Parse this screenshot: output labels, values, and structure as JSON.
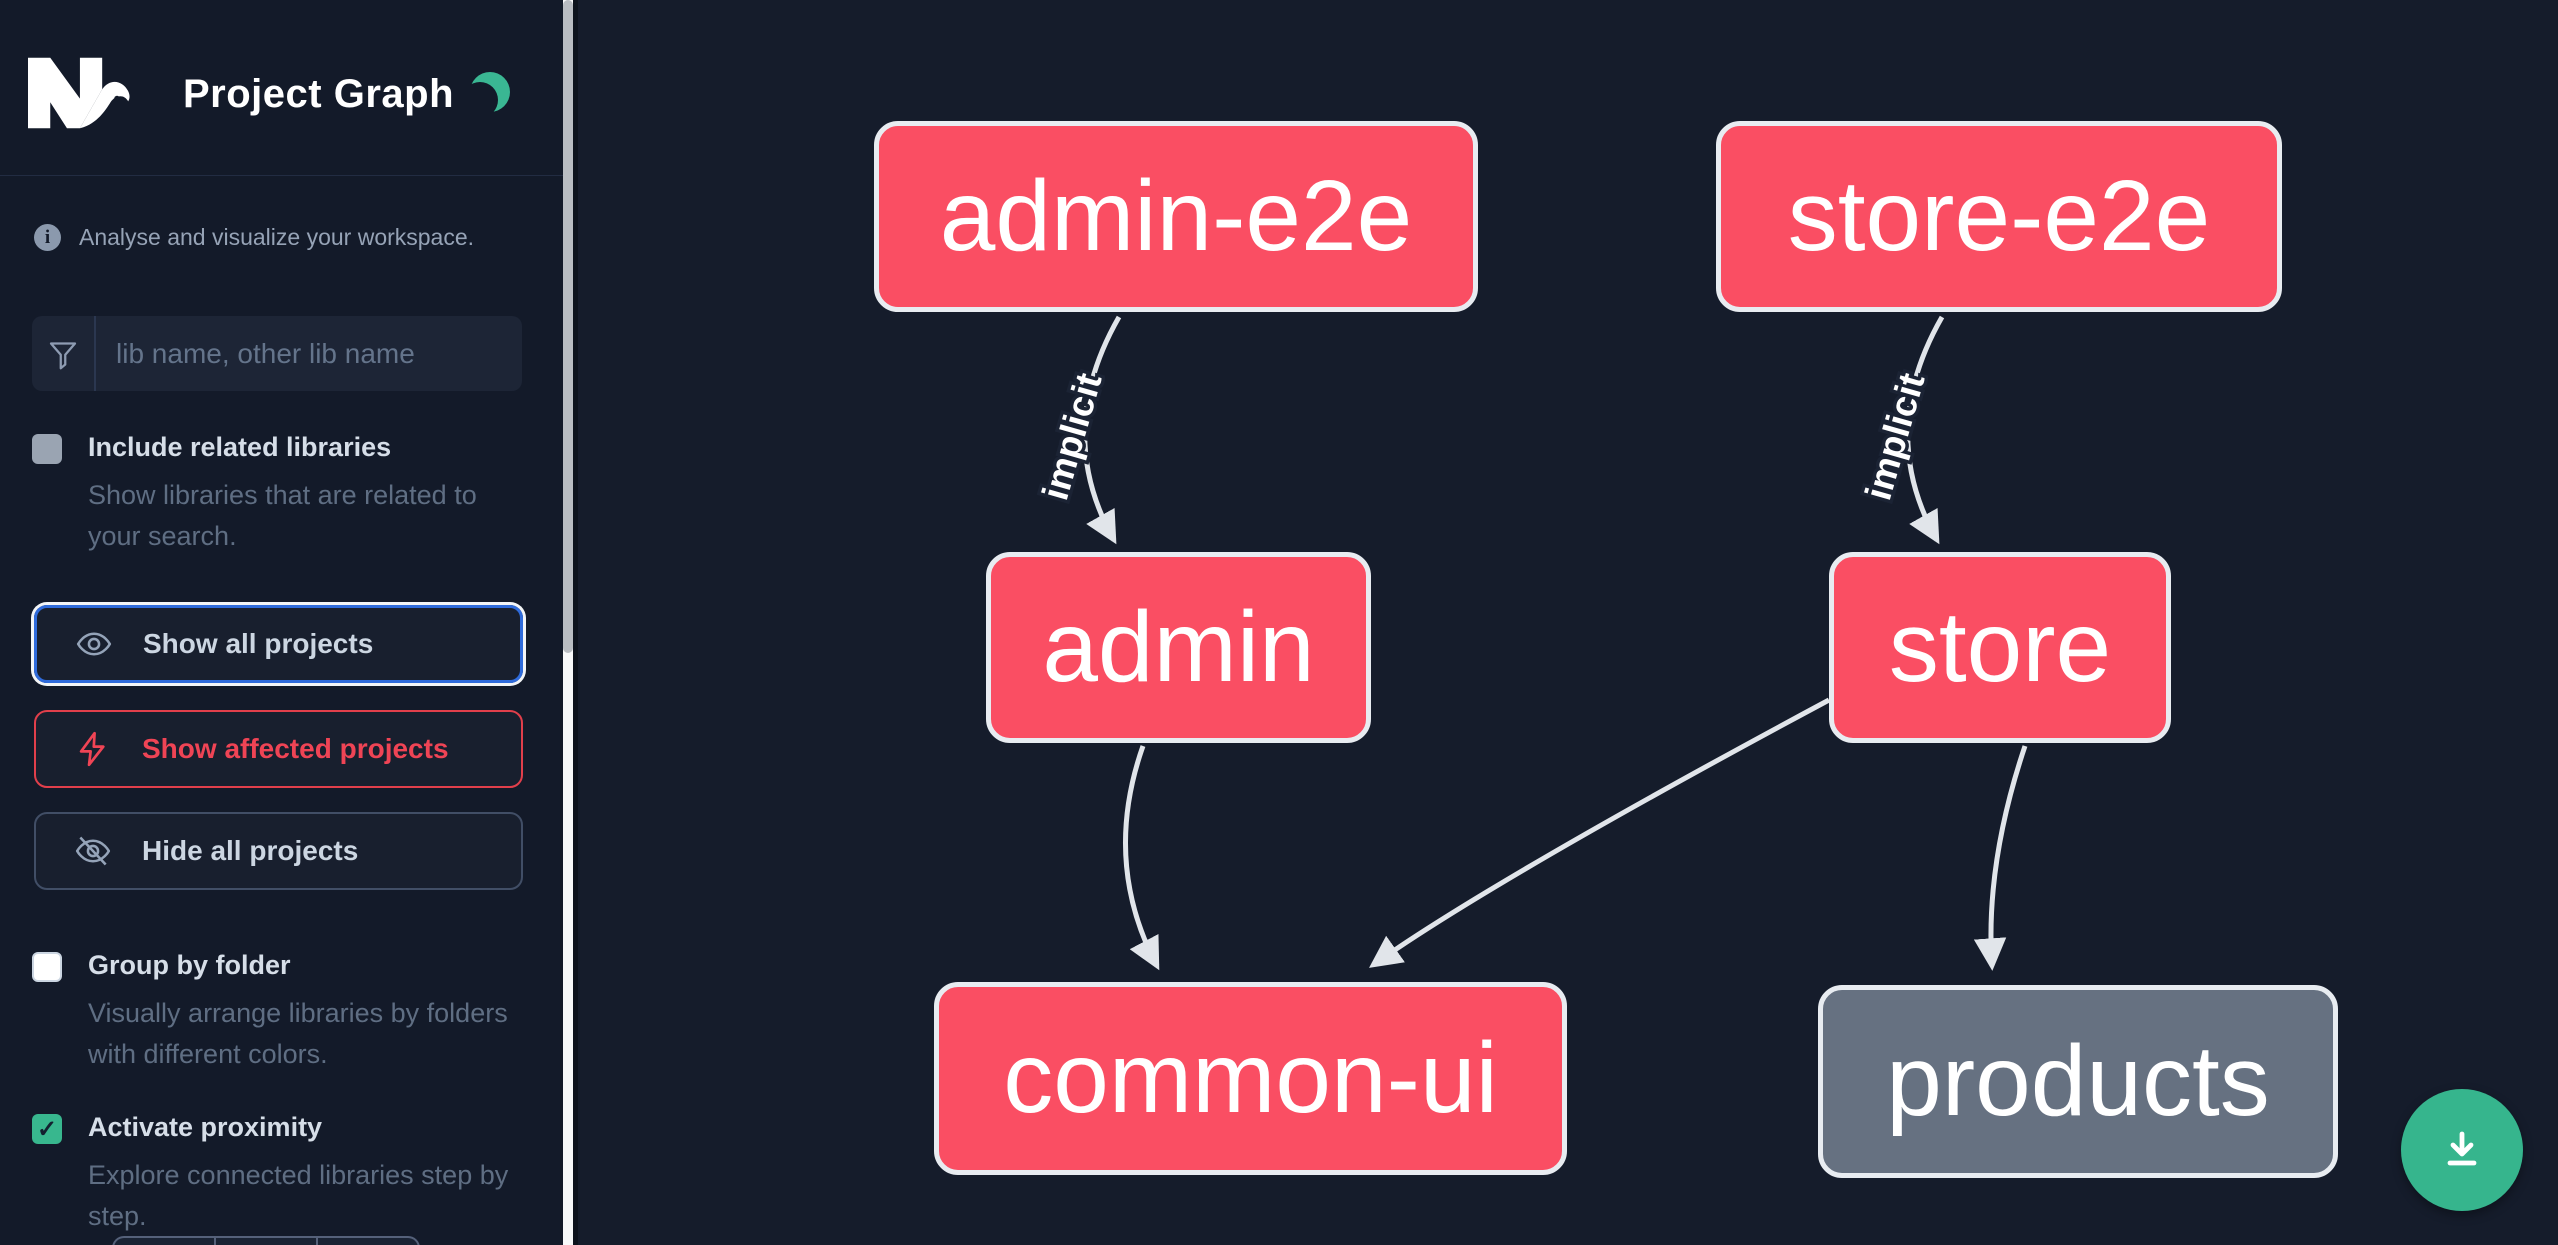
{
  "header": {
    "title": "Project Graph",
    "logo": "nx-logo",
    "theme_toggle_icon": "moon"
  },
  "intro": {
    "icon": "info",
    "text": "Analyse and visualize your workspace."
  },
  "search": {
    "icon": "funnel",
    "placeholder": "lib name, other lib name",
    "value": ""
  },
  "options": [
    {
      "id": "include-related",
      "label": "Include related libraries",
      "description": "Show libraries that are related to your search.",
      "checked": false,
      "style": "gray"
    },
    {
      "id": "group-by-folder",
      "label": "Group by folder",
      "description": "Visually arrange libraries by folders with different colors.",
      "checked": false,
      "style": "white"
    },
    {
      "id": "activate-proximity",
      "label": "Activate proximity",
      "description": "Explore connected libraries step by step.",
      "checked": true,
      "check_glyph": "✓",
      "style": "green"
    }
  ],
  "actions": [
    {
      "id": "show-all-projects",
      "label": "Show all projects",
      "icon": "eye",
      "state": "focused"
    },
    {
      "id": "show-affected-projects",
      "label": "Show affected projects",
      "icon": "lightning-bolt",
      "state": "default"
    },
    {
      "id": "hide-all-projects",
      "label": "Hide all projects",
      "icon": "eye-off",
      "state": "default"
    }
  ],
  "graph": {
    "nodes": [
      {
        "id": "admin-e2e",
        "label": "admin-e2e",
        "type": "affected"
      },
      {
        "id": "store-e2e",
        "label": "store-e2e",
        "type": "affected"
      },
      {
        "id": "admin",
        "label": "admin",
        "type": "affected"
      },
      {
        "id": "store",
        "label": "store",
        "type": "affected"
      },
      {
        "id": "common-ui",
        "label": "common-ui",
        "type": "affected"
      },
      {
        "id": "products",
        "label": "products",
        "type": "normal"
      }
    ],
    "edges": [
      {
        "source": "admin-e2e",
        "target": "admin",
        "label": "implicit"
      },
      {
        "source": "store-e2e",
        "target": "store",
        "label": "implicit"
      },
      {
        "source": "admin",
        "target": "common-ui",
        "label": ""
      },
      {
        "source": "store",
        "target": "common-ui",
        "label": ""
      },
      {
        "source": "store",
        "target": "products",
        "label": ""
      }
    ]
  },
  "fab": {
    "icon": "download"
  },
  "colors": {
    "sidebar_bg": "#131a29",
    "canvas_bg": "#151c2b",
    "affected_node": "#fa4e63",
    "normal_node": "#667181",
    "node_border": "#e8ecf1",
    "edge": "#e1e5ea",
    "accent_green": "#36b58d",
    "focus_blue": "#2f6bdb",
    "danger_red": "#ef4455",
    "text_primary": "#d6dee8",
    "text_muted": "#5f6e83"
  }
}
